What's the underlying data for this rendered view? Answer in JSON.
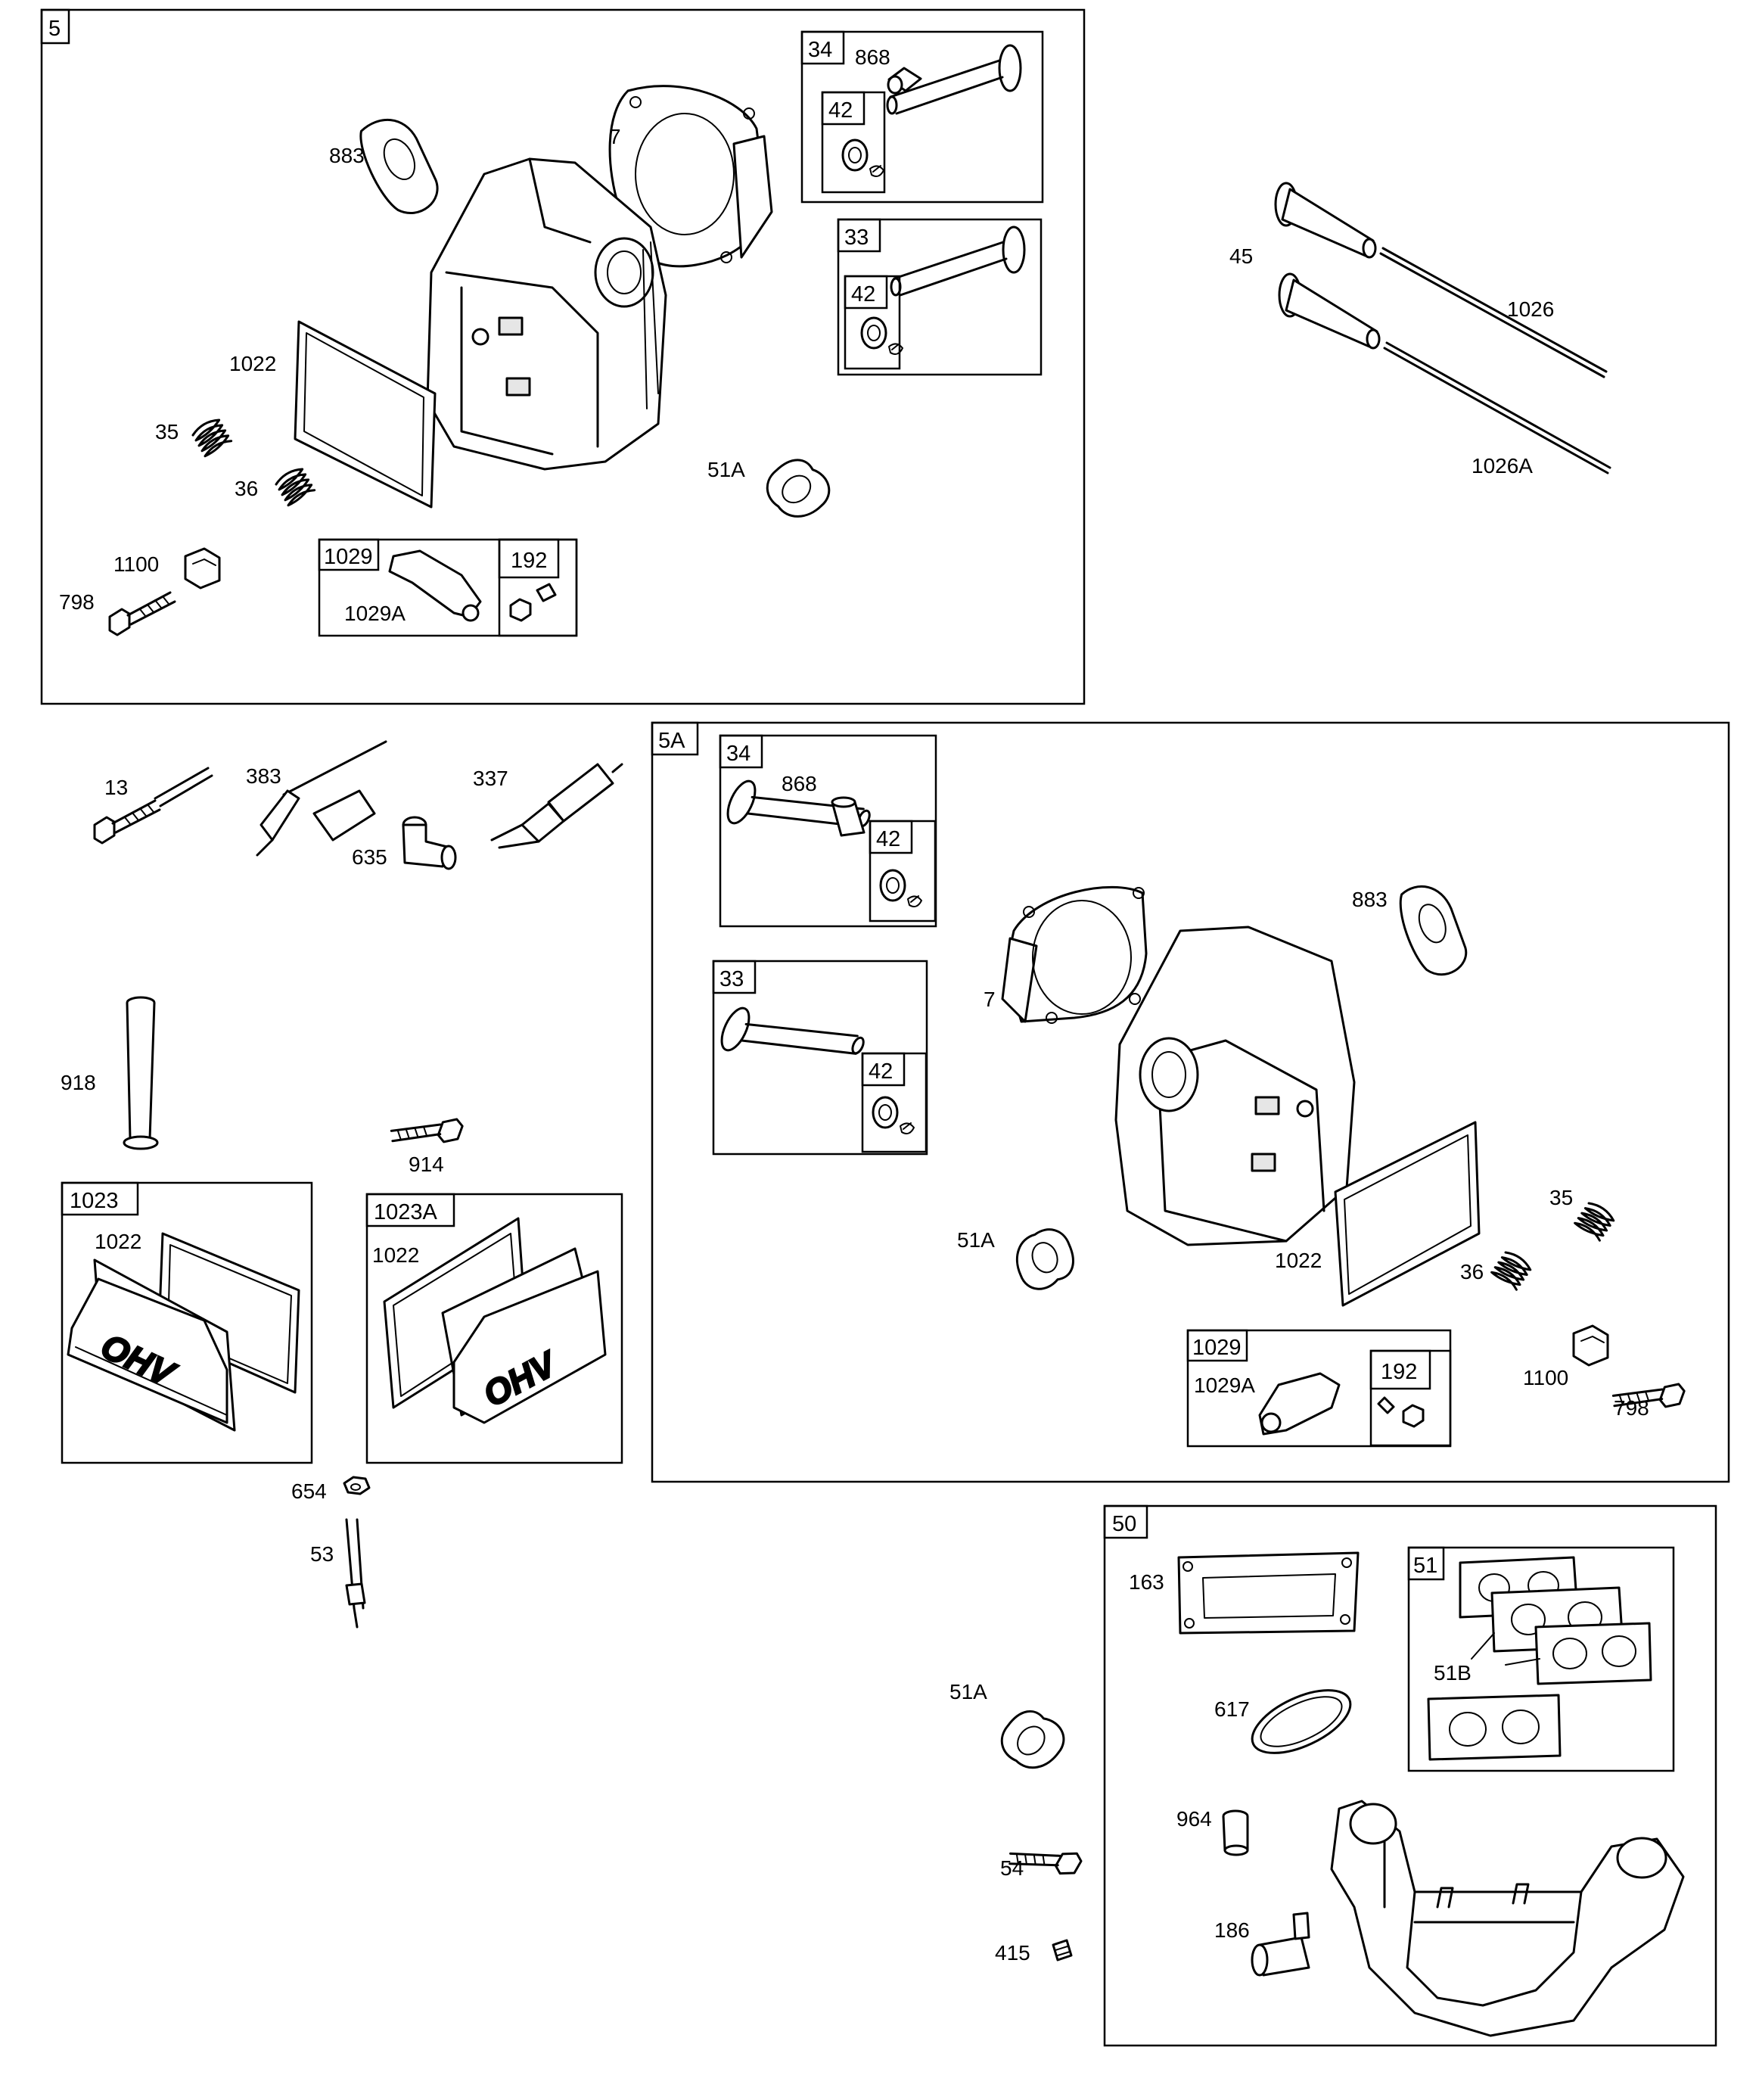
{
  "boxes": {
    "b5": "5",
    "b34a": "34",
    "b42a": "42",
    "b33a": "33",
    "b42b": "42",
    "b1029a": "1029",
    "b192a": "192",
    "b5A": "5A",
    "b34b": "34",
    "b42c": "42",
    "b33b": "33",
    "b42d": "42",
    "b1029b": "1029",
    "b192b": "192",
    "b1023": "1023",
    "b1023A": "1023A",
    "b50": "50",
    "b51": "51"
  },
  "labels": {
    "l883a": "883",
    "l7a": "7",
    "l868a": "868",
    "l1022a": "1022",
    "l35a": "35",
    "l36a": "36",
    "l51Aa": "51A",
    "l1100a": "1100",
    "l798a": "798",
    "l1029Aa": "1029A",
    "l45": "45",
    "l1026": "1026",
    "l1026A": "1026A",
    "l13": "13",
    "l383": "383",
    "l337": "337",
    "l635": "635",
    "l868b": "868",
    "l883b": "883",
    "l7b": "7",
    "l918": "918",
    "l914": "914",
    "l1022b": "1022",
    "l1022c": "1022",
    "l51Ab": "51A",
    "l1022d": "1022",
    "l35b": "35",
    "l36b": "36",
    "l1029Ab": "1029A",
    "l1100b": "1100",
    "l798b": "798",
    "l654": "654",
    "l53": "53",
    "l163": "163",
    "l51B": "51B",
    "l617": "617",
    "l51Ac": "51A",
    "l964": "964",
    "l54": "54",
    "l186": "186",
    "l415": "415"
  },
  "cover_logo": "OHV"
}
